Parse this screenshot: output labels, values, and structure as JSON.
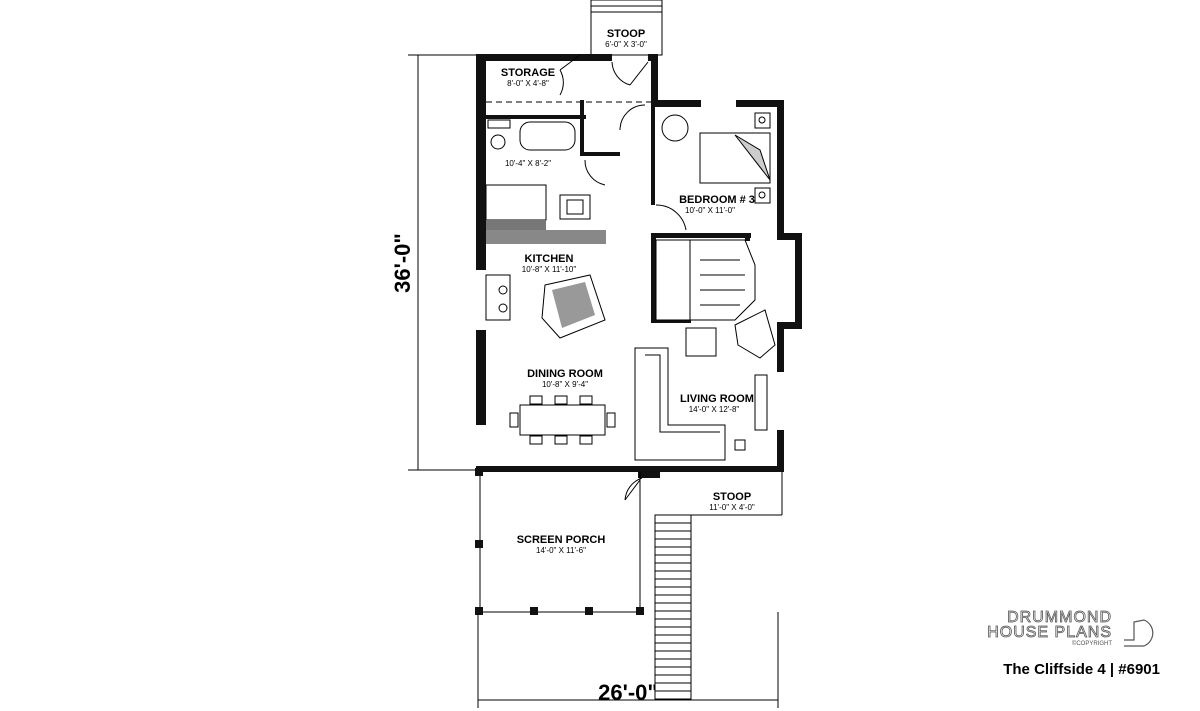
{
  "rooms": {
    "stoop_rear": {
      "name": "STOOP",
      "size": "6'-0\" X 3'-0\""
    },
    "storage": {
      "name": "STORAGE",
      "size": "8'-0\" X 4'-8\""
    },
    "bathroom": {
      "size": "10'-4\" X 8'-2\""
    },
    "bedroom3": {
      "name": "BEDROOM # 3",
      "size": "10'-0\" X 11'-0\""
    },
    "kitchen": {
      "name": "KITCHEN",
      "size": "10'-8\" X 11'-10\""
    },
    "dining": {
      "name": "DINING ROOM",
      "size": "10'-8\" X 9'-4\""
    },
    "living": {
      "name": "LIVING ROOM",
      "size": "14'-0\" X 12'-8\""
    },
    "stoop_front": {
      "name": "STOOP",
      "size": "11'-0\" X 4'-0\""
    },
    "porch": {
      "name": "SCREEN PORCH",
      "size": "14'-0\" X 11'-6\""
    }
  },
  "dimensions": {
    "depth": "36'-0\"",
    "width": "26'-0\""
  },
  "branding": {
    "line1": "DRUMMOND",
    "line2": "HOUSE PLANS",
    "copyright": "©COPYRIGHT",
    "plan_title": "The Cliffside 4 | #6901"
  }
}
